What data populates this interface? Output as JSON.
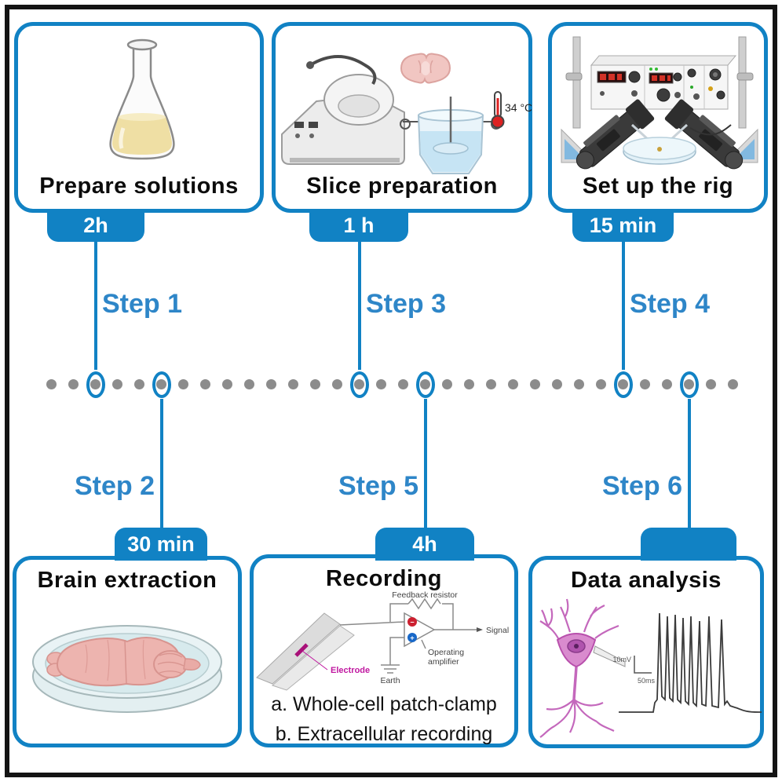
{
  "accent_color": "#1182C4",
  "step_text_color": "#2E86C8",
  "dot_color": "#8C8C8C",
  "frame_color": "#141414",
  "steps": [
    {
      "label": "Step 1"
    },
    {
      "label": "Step 2"
    },
    {
      "label": "Step 3"
    },
    {
      "label": "Step 4"
    },
    {
      "label": "Step 5"
    },
    {
      "label": "Step 6"
    }
  ],
  "boxes": {
    "prepare": {
      "title": "Prepare solutions",
      "duration": "2h"
    },
    "slice": {
      "title": "Slice preparation",
      "duration": "1 h",
      "temperature": "34 °C"
    },
    "rig": {
      "title": "Set up the rig",
      "duration": "15 min"
    },
    "brain": {
      "title": "Brain extraction",
      "duration": "30 min"
    },
    "recording": {
      "title": "Recording",
      "duration": "4h",
      "methods": [
        {
          "label": "a. Whole-cell patch-clamp"
        },
        {
          "label": "b. Extracellular recording"
        }
      ],
      "circuit": {
        "feedback_label": "Feedback resistor",
        "signal_label": "Signal",
        "opamp_label_1": "Operating",
        "opamp_label_2": "amplifier",
        "earth_label": "Earth",
        "electrode_label": "Electrode",
        "minus_symbol": "−",
        "plus_symbol": "+"
      }
    },
    "data": {
      "title": "Data analysis",
      "scale_voltage": "10mV",
      "scale_time": "50ms"
    }
  },
  "timeline": {
    "dot_count": 32,
    "markers": [
      {
        "step": "Step 1",
        "dot": 2,
        "dir": "up"
      },
      {
        "step": "Step 2",
        "dot": 5,
        "dir": "down"
      },
      {
        "step": "Step 3",
        "dot": 14,
        "dir": "up"
      },
      {
        "step": "Step 5",
        "dot": 17,
        "dir": "down"
      },
      {
        "step": "Step 4",
        "dot": 26,
        "dir": "up"
      },
      {
        "step": "Step 6",
        "dot": 29,
        "dir": "down"
      }
    ]
  }
}
